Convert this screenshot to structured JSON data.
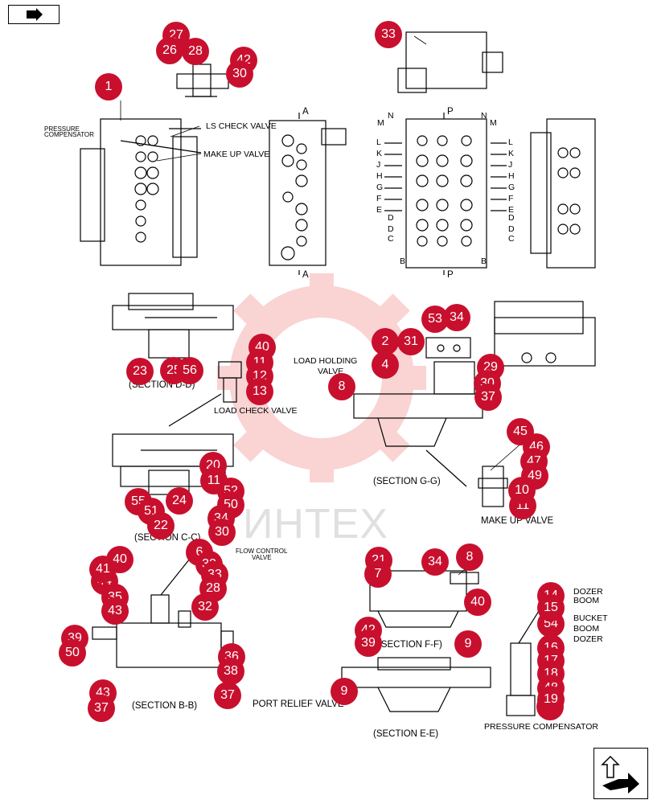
{
  "watermark": "ИНТЕХ",
  "colors": {
    "callout": "#c8102e",
    "watermark_gear": "#f4b7b7",
    "line": "#000000"
  },
  "nav": {
    "prev_icon": "folder-back-icon",
    "next_icon": "next-page-arrow-icon"
  },
  "labels": {
    "pressure_compensator_small": [
      "PRESSURE",
      "COMPENSATOR"
    ],
    "ls_check_valve": "LS CHECK VALVE",
    "make_up_valve_top": "MAKE UP VALVE",
    "section_d": "(SECTION D-D)",
    "load_check_valve": "LOAD CHECK VALVE",
    "load_holding_valve": [
      "LOAD HOLDING",
      "VALVE"
    ],
    "section_g": "(SECTION G-G)",
    "make_up_valve_mid": "MAKE UP VALVE",
    "section_c": "(SECTION C-C)",
    "flow_control_valve": [
      "FLOW CONTROL",
      "VALVE"
    ],
    "section_b": "(SECTION B-B)",
    "port_relief_valve": "PORT RELIEF VALVE",
    "section_f": "(SECTION F-F)",
    "section_e": "(SECTION E-E)",
    "dozer_boom": [
      "DOZER",
      "BOOM"
    ],
    "bucket_boom_dozer": [
      "BUCKET",
      "BOOM",
      "DOZER"
    ],
    "pressure_compensator": "PRESSURE COMPENSATOR"
  },
  "section_markers": {
    "a_top": "A",
    "a_bottom": "A",
    "p_top": "P",
    "p_bottom": "P",
    "n_left": "N",
    "m_left": "M",
    "n_right": "N",
    "m_right": "M",
    "b_left": "B",
    "b_right": "B",
    "left_letters": [
      "L",
      "K",
      "J",
      "H",
      "G",
      "F",
      "E",
      "D",
      "D",
      "C"
    ],
    "right_letters": [
      "L",
      "K",
      "J",
      "H",
      "G",
      "F",
      "E",
      "D",
      "D",
      "C"
    ]
  },
  "callouts": [
    "27",
    "26",
    "28",
    "42",
    "30",
    "1",
    "33",
    "53",
    "34",
    "40",
    "11",
    "12",
    "13",
    "23",
    "25",
    "56",
    "2",
    "31",
    "4",
    "29",
    "30",
    "37",
    "8",
    "20",
    "11",
    "52",
    "50",
    "24",
    "34",
    "30",
    "45",
    "46",
    "47",
    "49",
    "11",
    "6",
    "32",
    "33",
    "28",
    "40",
    "44",
    "35",
    "43",
    "32",
    "39",
    "50",
    "36",
    "38",
    "37",
    "21",
    "34",
    "8",
    "7",
    "40",
    "42",
    "39",
    "9",
    "9",
    "14",
    "54",
    "16",
    "17",
    "18",
    "21",
    "55",
    "51",
    "22",
    "41",
    "48",
    "10",
    "19",
    "15",
    "43"
  ]
}
